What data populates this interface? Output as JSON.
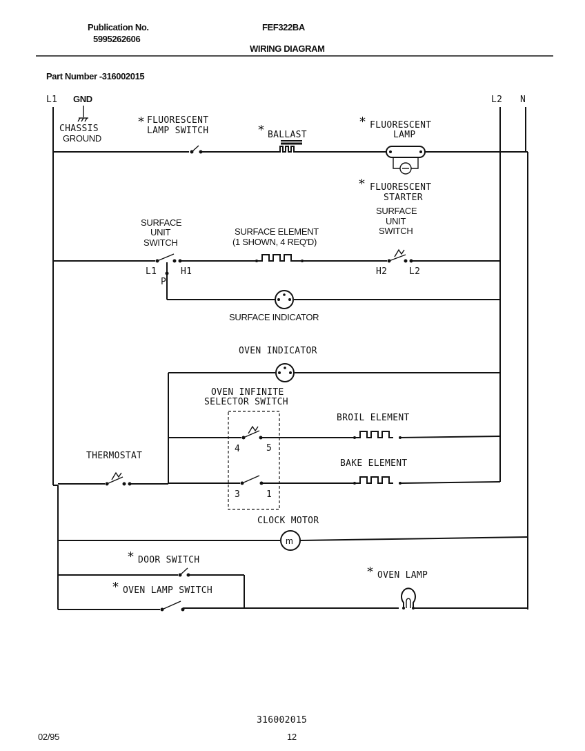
{
  "header": {
    "publication_label": "Publication No.",
    "publication_number": "5995262606",
    "model": "FEF322BA",
    "title": "WIRING DIAGRAM",
    "part_number": "Part Number -316002015"
  },
  "rails": {
    "l1": "L1",
    "gnd": "GND",
    "l2": "L2",
    "n": "N",
    "chassis_ground": [
      "CHASSIS",
      "GROUND"
    ]
  },
  "components": {
    "fluorescent_lamp_switch": [
      "FLUORESCENT",
      "LAMP SWITCH"
    ],
    "ballast": "BALLAST",
    "fluorescent_lamp": [
      "FLUORESCENT",
      "LAMP"
    ],
    "fluorescent_starter": [
      "FLUORESCENT",
      "STARTER"
    ],
    "surface_unit_switch_left": [
      "SURFACE",
      "UNIT",
      "SWITCH"
    ],
    "surface_element": [
      "SURFACE ELEMENT",
      "(1 SHOWN, 4 REQ'D)"
    ],
    "surface_unit_switch_right": [
      "SURFACE",
      "UNIT",
      "SWITCH"
    ],
    "left_switch_terminals": {
      "l1": "L1",
      "h1": "H1",
      "p": "P"
    },
    "right_switch_terminals": {
      "h2": "H2",
      "l2": "L2"
    },
    "surface_indicator": "SURFACE INDICATOR",
    "oven_indicator": "OVEN INDICATOR",
    "oven_infinite_selector_switch": [
      "OVEN INFINITE",
      "SELECTOR SWITCH"
    ],
    "selector_terminals": {
      "t4": "4",
      "t5": "5",
      "t3": "3",
      "t1": "1"
    },
    "broil_element": "BROIL ELEMENT",
    "bake_element": "BAKE ELEMENT",
    "thermostat": "THERMOSTAT",
    "clock_motor": "CLOCK MOTOR",
    "clock_motor_symbol": "m",
    "door_switch": "DOOR SWITCH",
    "oven_lamp_switch": "OVEN LAMP SWITCH",
    "oven_lamp": "OVEN LAMP"
  },
  "markers": {
    "star": "*"
  },
  "footer": {
    "part_number": "316002015",
    "date": "02/95",
    "page": "12"
  }
}
